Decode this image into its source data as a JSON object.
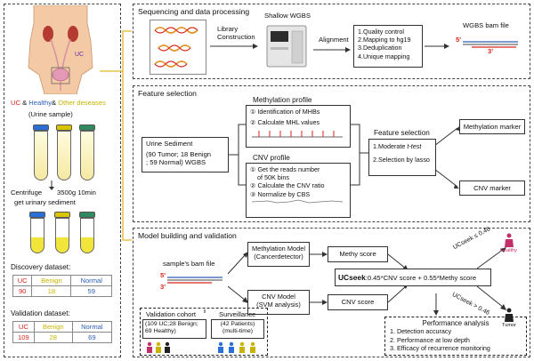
{
  "left_panel": {
    "body_label": "UC",
    "legend": {
      "uc": "UC",
      "amp1": "&",
      "healthy": "Healthy",
      "amp2": "&",
      "other": "Other deseases"
    },
    "urine_sample": "(Urine sample)",
    "centrifuge": "Centrifuge",
    "speed": "3500g 10min",
    "sediment": "get urinary sediment",
    "discovery": {
      "title": "Discovery dataset:",
      "headers": [
        "UC",
        "Benign",
        "Normal"
      ],
      "values": [
        "90",
        "18",
        "59"
      ]
    },
    "validation": {
      "title": "Validation dataset:",
      "headers": [
        "UC",
        "Benign",
        "Normal"
      ],
      "values": [
        "109",
        "28",
        "69"
      ]
    }
  },
  "seq_section": {
    "title": "Sequencing and data processing",
    "library": "Library\nConstruction",
    "shallow": "Shallow WGBS",
    "alignment": "Alignment",
    "steps": [
      "1.Quality control",
      "2.Mapping to hg19",
      "3.Deduplication",
      "4.Unique mapping"
    ],
    "bam": "WGBS bam file",
    "five_prime": "5'",
    "three_prime": "3'"
  },
  "feature_section": {
    "title": "Feature selection",
    "urine_lines": [
      "Urine Sediment",
      "(90 Tumor; 18 Benign",
      "; 59 Normal) WGBS"
    ],
    "meth_title": "Methylation profile",
    "meth_items": [
      "① Identification of MHBs",
      "② Calculate MHL values"
    ],
    "cnv_title": "CNV profile",
    "cnv_items": [
      "① Get the reads number",
      "    of 50K bins",
      "② Calculate the CNV ratio",
      "③ Normalize by CBS"
    ],
    "fs_title": "Feature selection",
    "fs_line1": "1.Moderate ",
    "fs_line1_italic": "t-test",
    "fs_line2": "2.Selection by lasso",
    "meth_marker": "Methylation marker",
    "cnv_marker": "CNV marker"
  },
  "model_section": {
    "title": "Model building and validation",
    "bam_label": "sample's bam file",
    "five_prime": "5'",
    "three_prime": "3'",
    "meth_model": "Methylation Model\n(Cancerdetector)",
    "cnv_model": "CNV Model\n(SVM analysis)",
    "methy_score": "Methy score",
    "cnv_score": "CNV score",
    "ucseek_bold": "UCseek",
    "ucseek_formula": ":0.45*CNV score + 0.55*Methy score",
    "upper_threshold": "UCseek ≤ 0.46",
    "lower_threshold": "UCseek > 0.46",
    "healthy": "Healthy",
    "tumor": "Tumor",
    "validation_title": "Validation cohort",
    "validation_detail": "(109 UC;28 Benign;\n69 Healthy)",
    "surveillance_title": "Surveillance",
    "surveillance_detail": "(42 Patients)\n(multi-time)",
    "perf_title": "Performance analysis",
    "perf_items": [
      "1. Detection accuracy",
      "2. Performance at low depth",
      "3. Efficacy of recurrence monitoring"
    ]
  }
}
